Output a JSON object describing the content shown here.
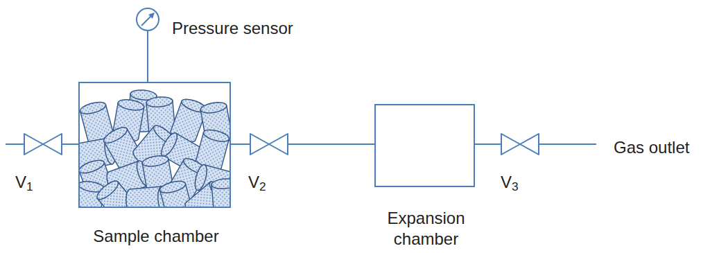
{
  "diagram": {
    "nodes": [
      {
        "text": [
          "Pressure sensor"
        ]
      },
      {
        "text": [
          "V1"
        ]
      },
      {
        "text": [
          "Sample chamber"
        ]
      },
      {
        "text": [
          "V2"
        ]
      },
      {
        "text": [
          "Expansion chamber"
        ]
      },
      {
        "text": [
          "V3"
        ]
      }
    ],
    "edges": [
      {
        "from": 0,
        "to": 2,
        "arrow": "none"
      },
      {
        "from": 1,
        "to": 2,
        "arrow": "none"
      },
      {
        "from": 2,
        "to": 3,
        "arrow": "none"
      },
      {
        "from": 3,
        "to": 4,
        "arrow": "none"
      },
      {
        "from": 4,
        "to": 5,
        "arrow": "none"
      }
    ],
    "labels": [
      "Gas outlet"
    ]
  }
}
